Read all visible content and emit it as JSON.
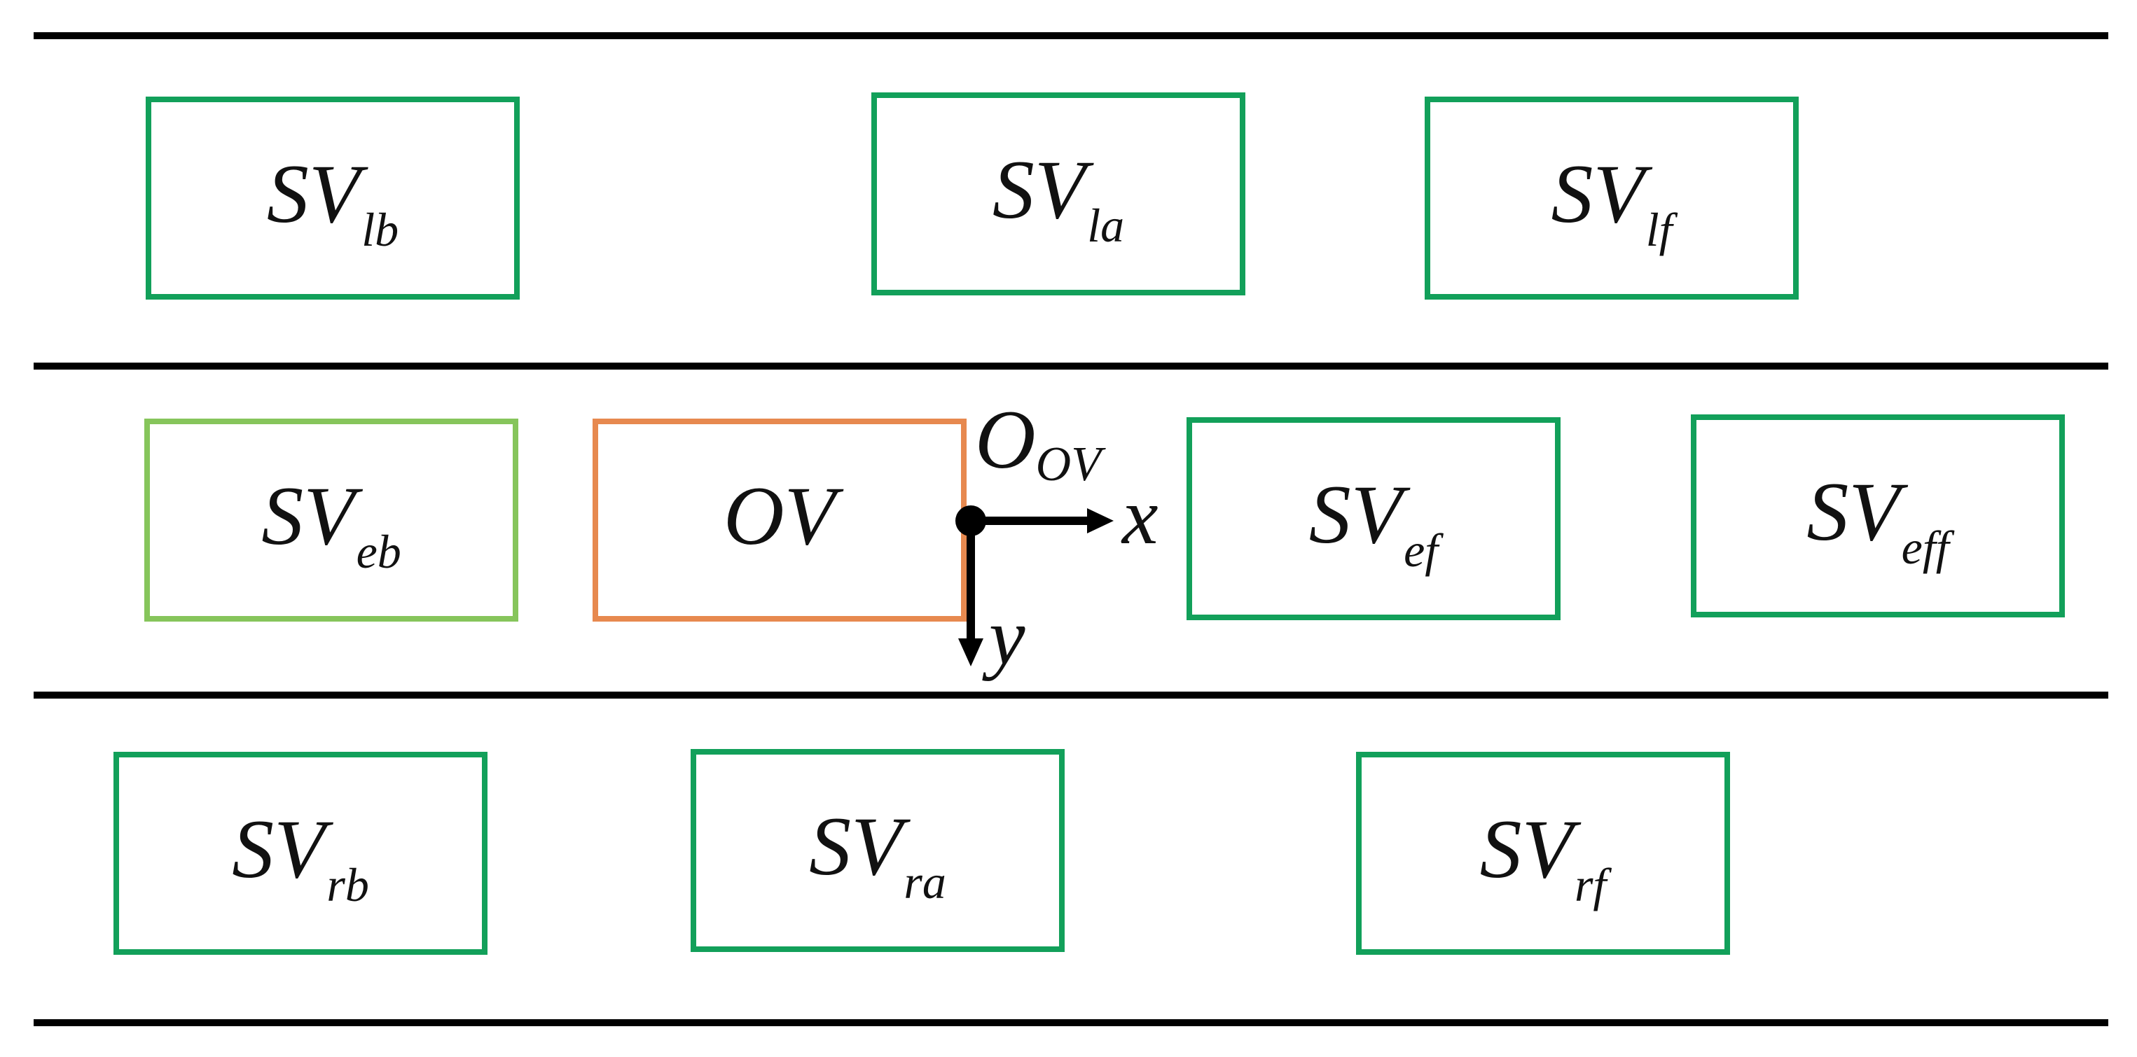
{
  "vehicles": {
    "lb": {
      "base": "SV",
      "sub": "lb"
    },
    "la": {
      "base": "SV",
      "sub": "la"
    },
    "lf": {
      "base": "SV",
      "sub": "lf"
    },
    "eb": {
      "base": "SV",
      "sub": "eb"
    },
    "ov": {
      "base": "OV"
    },
    "ef": {
      "base": "SV",
      "sub": "ef"
    },
    "eff": {
      "base": "SV",
      "sub": "eff"
    },
    "rb": {
      "base": "SV",
      "sub": "rb"
    },
    "ra": {
      "base": "SV",
      "sub": "ra"
    },
    "rf": {
      "base": "SV",
      "sub": "rf"
    }
  },
  "coordinate_frame": {
    "origin_base": "O",
    "origin_sub": "OV",
    "x_label": "x",
    "y_label": "y"
  },
  "colors": {
    "surrounding_vehicle_border": "#12a05a",
    "eb_vehicle_border": "#86c55b",
    "own_vehicle_border": "#e7894f",
    "lane_line": "#000000"
  }
}
